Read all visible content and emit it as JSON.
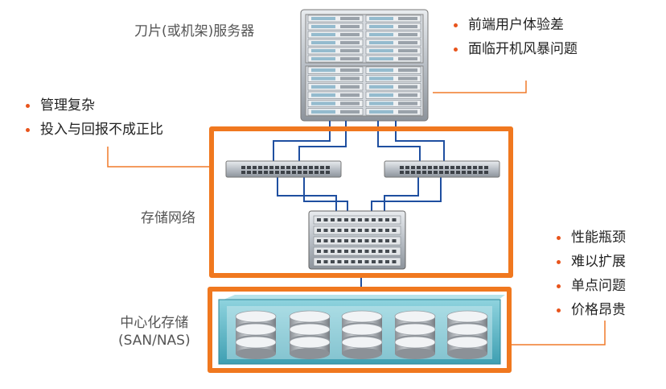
{
  "blade_server": {
    "label": "刀片(或机架)服务器",
    "issues": [
      "前端用户体验差",
      "面临开机风暴问题"
    ]
  },
  "management": {
    "issues": [
      "管理复杂",
      "投入与回报不成正比"
    ]
  },
  "storage_network": {
    "label": "存储网络"
  },
  "central_storage": {
    "label_line1": "中心化存储",
    "label_line2": "(SAN/NAS)",
    "issues": [
      "性能瓶颈",
      "难以扩展",
      "单点问题",
      "价格昂贵"
    ]
  },
  "colors": {
    "highlight_box": "#f0781f",
    "bullet": "#e8541c",
    "cable": "#1f4fa0",
    "storage_frame": "#5fb8c8"
  }
}
